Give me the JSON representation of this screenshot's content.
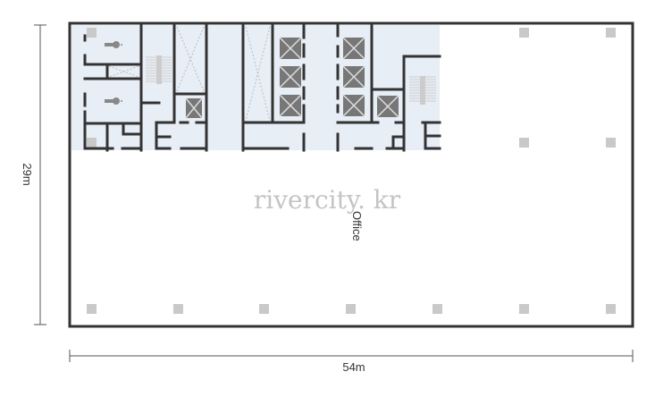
{
  "plan": {
    "watermark": "rivercity. kr",
    "room_label": "Office",
    "dimension_height": "29m",
    "dimension_width": "54m",
    "core_color": "#e8eef6",
    "wall_color": "#333333"
  }
}
